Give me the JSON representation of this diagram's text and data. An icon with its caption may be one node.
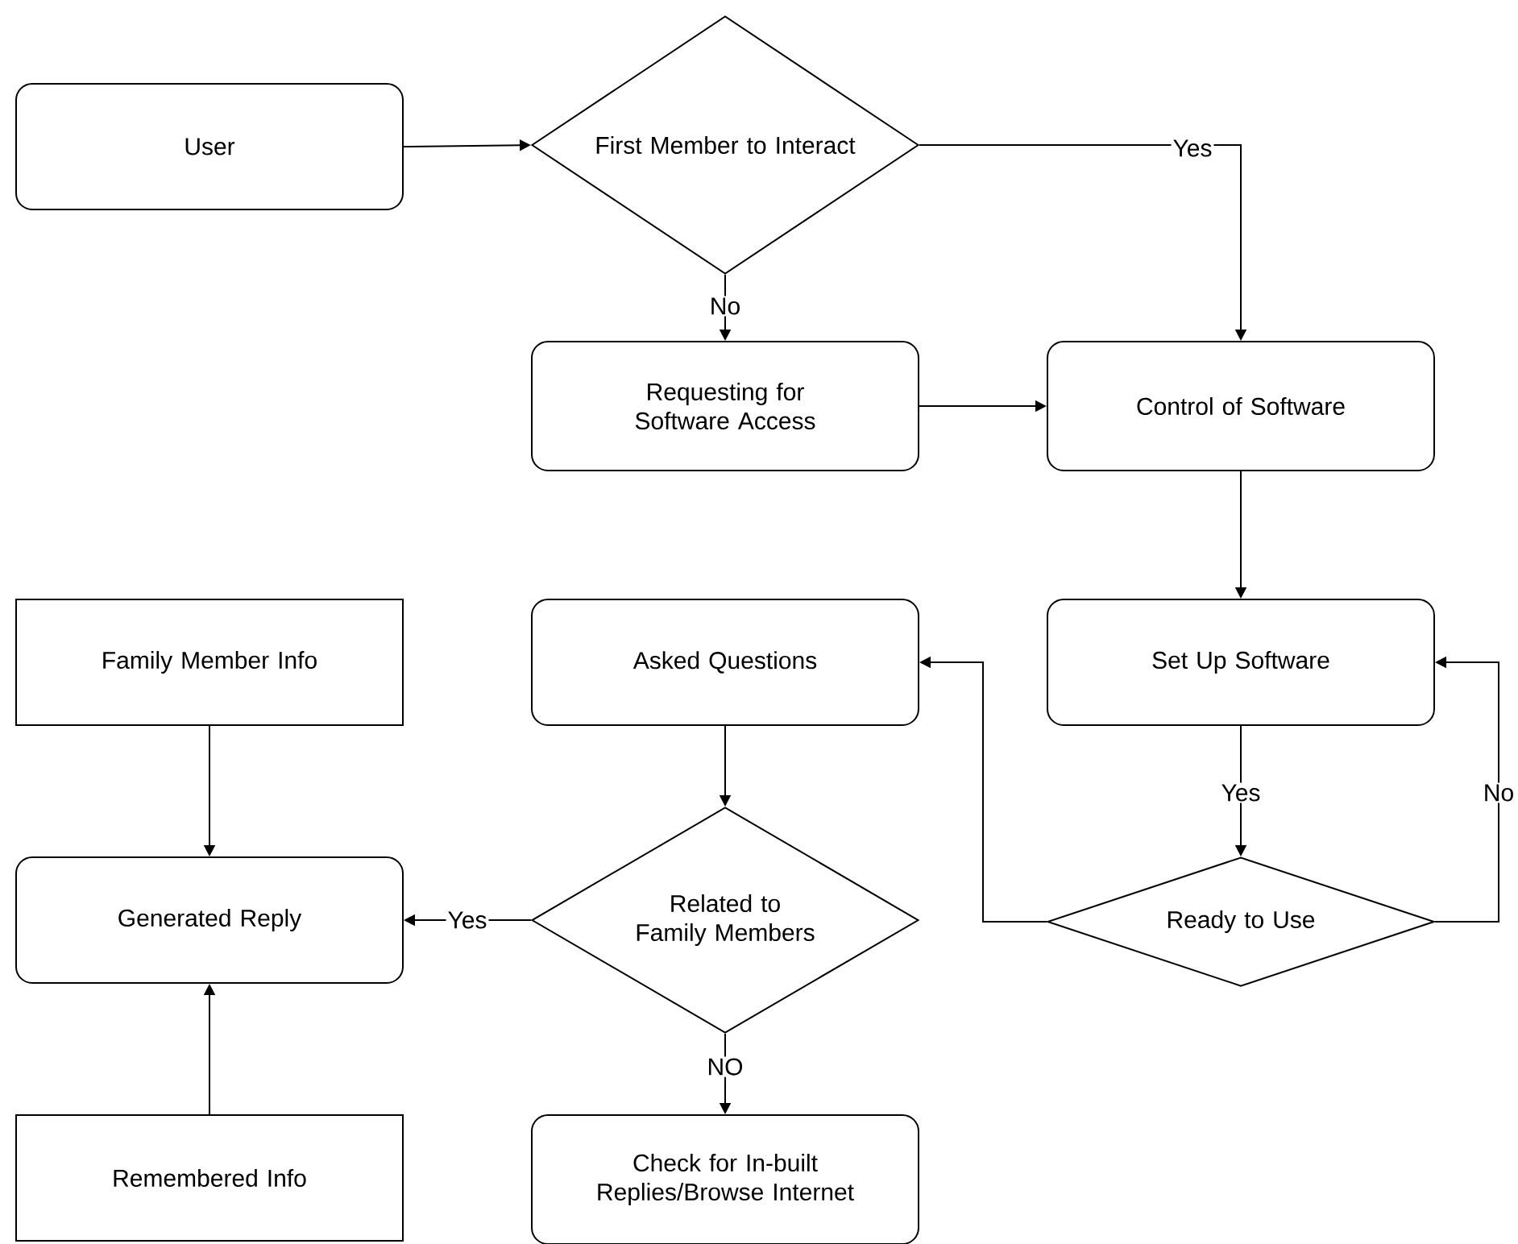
{
  "diagram": {
    "nodes": [
      {
        "text": [
          "User"
        ]
      },
      {
        "text": [
          "First Member to Interact"
        ]
      },
      {
        "text": [
          "Requesting for Software Access"
        ]
      },
      {
        "text": [
          "Control of Software"
        ]
      },
      {
        "text": [
          "Family Member Info"
        ]
      },
      {
        "text": [
          "Asked Questions"
        ]
      },
      {
        "text": [
          "Set Up Software"
        ]
      },
      {
        "text": [
          "Generated Reply"
        ]
      },
      {
        "text": [
          "Related to Family Members"
        ]
      },
      {
        "text": [
          "Ready to Use"
        ]
      },
      {
        "text": [
          "Remembered Info"
        ]
      },
      {
        "text": [
          "Check for In-built Replies/Browse Internet"
        ]
      }
    ],
    "edges": [
      {
        "from": 0,
        "to": 1,
        "arrow": "to"
      },
      {
        "from": 1,
        "to": 3,
        "arrow": "to",
        "label": "Yes"
      },
      {
        "from": 1,
        "to": 2,
        "arrow": "to",
        "label": "No"
      },
      {
        "from": 2,
        "to": 3,
        "arrow": "to"
      },
      {
        "from": 3,
        "to": 6,
        "arrow": "to"
      },
      {
        "from": 6,
        "to": 9,
        "arrow": "to",
        "label": "Yes"
      },
      {
        "from": 9,
        "to": 6,
        "arrow": "to",
        "label": "No"
      },
      {
        "from": 9,
        "to": 5,
        "arrow": "to"
      },
      {
        "from": 5,
        "to": 8,
        "arrow": "to"
      },
      {
        "from": 8,
        "to": 7,
        "arrow": "to",
        "label": "Yes"
      },
      {
        "from": 8,
        "to": 11,
        "arrow": "to",
        "label": "NO"
      },
      {
        "from": 4,
        "to": 7,
        "arrow": "to"
      },
      {
        "from": 10,
        "to": 7,
        "arrow": "to"
      }
    ]
  }
}
